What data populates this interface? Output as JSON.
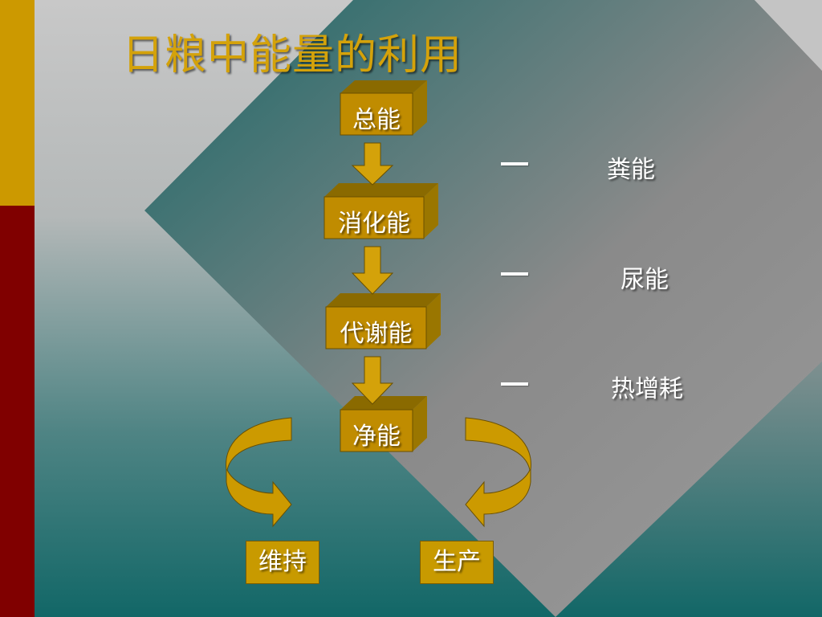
{
  "slide": {
    "title": "日粮中能量的利用",
    "nodes": [
      "总能",
      "消化能",
      "代谢能",
      "净能"
    ],
    "losses": [
      "粪能",
      "尿能",
      "热增耗"
    ],
    "outputs": [
      "维持",
      "生产"
    ],
    "colors": {
      "gold": "#c89a00",
      "title": "#d4a20a",
      "red_stripe": "#800000",
      "teal": "#1a6a6a",
      "grey": "#a0a0a0"
    }
  }
}
